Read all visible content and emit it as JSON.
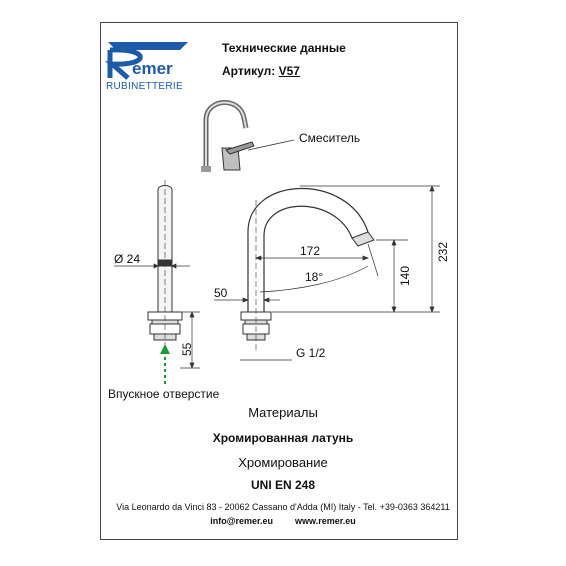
{
  "brand": {
    "logo_text": "Remer",
    "sub_text": "RUBINETTERIE",
    "color": "#1d5aa8"
  },
  "header": {
    "title": "Технические данные",
    "article_label": "Артикул:",
    "article_code": "V57"
  },
  "drawing": {
    "mixer_label": "Смеситель",
    "dim_diameter": "Ø 24",
    "dim_50": "50",
    "dim_55": "55",
    "dim_172": "172",
    "dim_18": "18°",
    "dim_140": "140",
    "dim_232": "232",
    "dim_thread": "G 1/2",
    "inlet_label": "Впускное отверстие"
  },
  "materials": {
    "title": "Материалы",
    "line1": "Хромированная латунь",
    "line2": "Хромирование",
    "line3": "UNI EN 248"
  },
  "footer": {
    "address": "Via Leonardo da Vinci 83 - 20062 Cassano d'Adda (MI) Italy - Tel. +39-0363 364211",
    "email": "info@remer.eu",
    "website": "www.remer.eu"
  }
}
